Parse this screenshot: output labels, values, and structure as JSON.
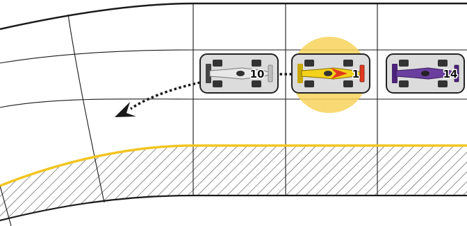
{
  "board": {
    "title": "",
    "track_color": "#ffffff",
    "line_color": "#1a1a1a",
    "edge_color": "#f2c521",
    "hatch_color": "#555555",
    "highlight_color": "#f7d25a"
  },
  "cars": [
    {
      "number": "10",
      "body_color": "#e8e8e8",
      "accent_color": "#bfbfbf",
      "active": false,
      "previous_position": false
    },
    {
      "number": "1",
      "body_color": "#f2d21b",
      "accent_color": "#e23a1f",
      "active": true,
      "previous_position": false
    },
    {
      "number": "14",
      "body_color": "#6b3fa0",
      "accent_color": "#4b2378",
      "active": false,
      "previous_position": false
    }
  ],
  "move_arrow": {
    "direction": "down-left",
    "style": "dotted"
  }
}
